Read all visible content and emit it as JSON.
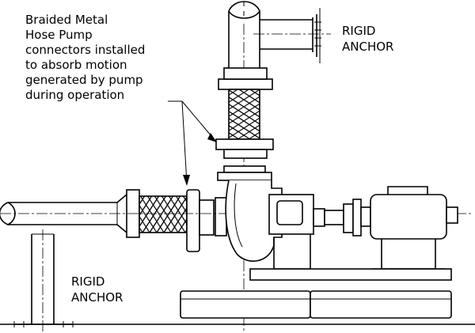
{
  "labels": {
    "callout": [
      "Braided Metal",
      "Hose Pump",
      "connectors installed",
      "to absorb motion",
      "generated by pump",
      "during operation"
    ],
    "anchor_top": [
      "RIGID",
      "ANCHOR"
    ],
    "anchor_bottom": [
      "RIGID",
      "ANCHOR"
    ]
  }
}
